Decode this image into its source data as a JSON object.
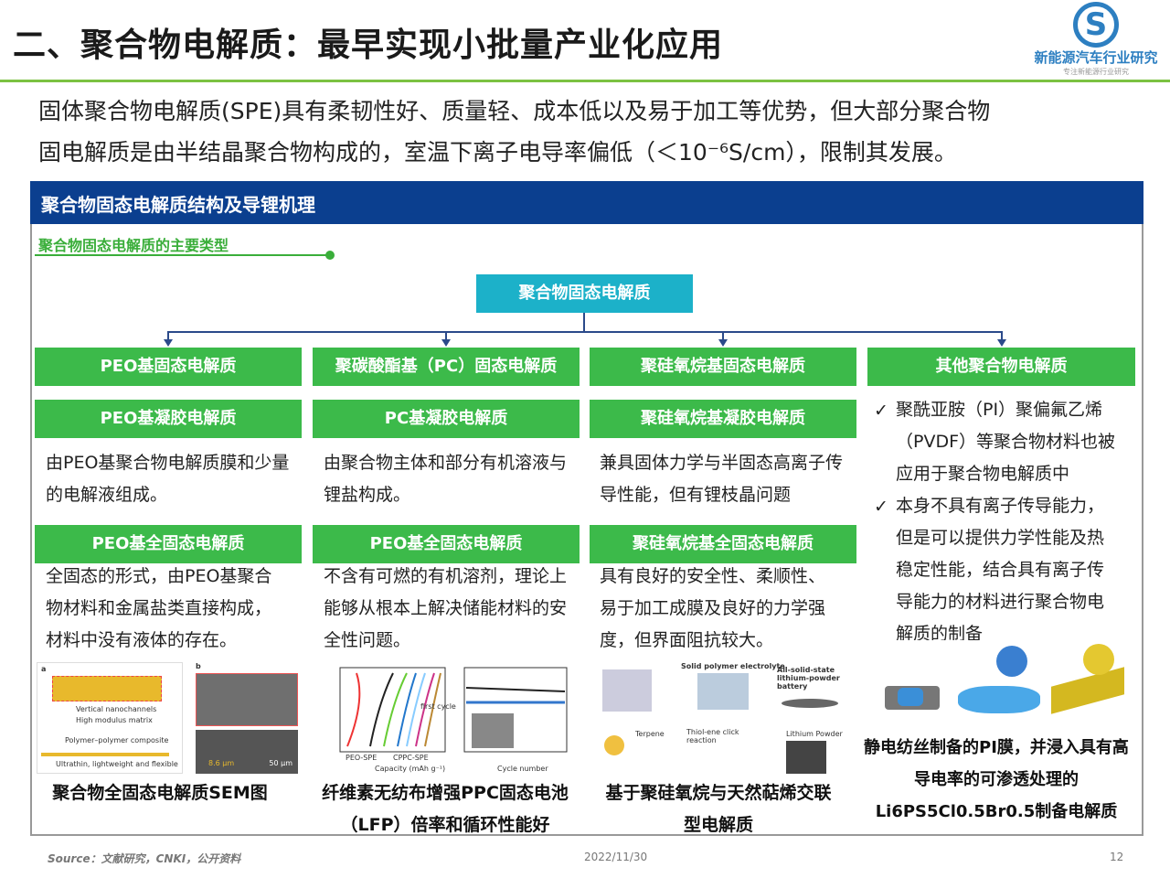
{
  "title": "二、聚合物电解质：最早实现小批量产业化应用",
  "logo": {
    "name": "新能源汽车行业研究",
    "slogan": "专注新能源行业研究"
  },
  "intro": [
    "固体聚合物电解质(SPE)具有柔韧性好、质量轻、成本低以及易于加工等优势，但大部分聚合物",
    "固电解质是由半结晶聚合物构成的，室温下离子电导率偏低（＜10⁻⁶S/cm），限制其发展。"
  ],
  "panel": {
    "header": "聚合物固态电解质结构及导锂机理",
    "subtitle": "聚合物固态电解质的主要类型",
    "root": "聚合物固态电解质"
  },
  "columns": [
    {
      "head": "PEO基固态电解质",
      "gel": "PEO基凝胶电解质",
      "gel_desc": "由PEO基聚合物电解质膜和少量的电解液组成。",
      "solid": "PEO基全固态电解质",
      "solid_desc": "全固态的形式，由PEO基聚合物材料和金属盐类直接构成，材料中没有液体的存在。"
    },
    {
      "head": "聚碳酸酯基（PC）固态电解质",
      "gel": "PC基凝胶电解质",
      "gel_desc": "由聚合物主体和部分有机溶液与锂盐构成。",
      "solid": "PEO基全固态电解质",
      "solid_desc": "不含有可燃的有机溶剂，理论上能够从根本上解决储能材料的安全性问题。"
    },
    {
      "head": "聚硅氧烷基固态电解质",
      "gel": "聚硅氧烷基凝胶电解质",
      "gel_desc": "兼具固体力学与半固态高离子传导性能，但有锂枝晶问题",
      "solid": "聚硅氧烷基全固态电解质",
      "solid_desc": "具有良好的安全性、柔顺性、易于加工成膜及良好的力学强度，但界面阻抗较大。"
    },
    {
      "head": "其他聚合物电解质",
      "bullets": [
        "聚酰亚胺（PI）聚偏氟乙烯（PVDF）等聚合物材料也被应用于聚合物电解质中",
        "本身不具有离子传导能力，但是可以提供力学性能及热稳定性能，结合具有离子传导能力的材料进行聚合物电解质的制备"
      ]
    }
  ],
  "figures": [
    {
      "caption": "聚合物全固态电解质SEM图",
      "labels": [
        "a",
        "b",
        "Vertical nanochannels",
        "High modulus matrix",
        "Polymer–polymer composite",
        "Ultrathin, lightweight and flexible",
        "8.6 μm",
        "50 μm"
      ]
    },
    {
      "caption": "纤维素无纺布增强PPC固态电池（LFP）倍率和循环性能好",
      "labels": [
        "PEO-SPE",
        "CPPC-SPE",
        "Capacity (mAh g⁻¹)",
        "Cycle number",
        "first cycle"
      ]
    },
    {
      "caption": "基于聚硅氧烷与天然萜烯交联型电解质",
      "labels": [
        "Solid polymer electrolyte",
        "All-solid-state lithium-powder battery",
        "Terpene",
        "Thiol-ene click reaction",
        "Lithium Powder"
      ]
    },
    {
      "caption": "静电纺丝制备的PI膜，并浸入具有高导电率的可渗透处理的Li6PS5Cl0.5Br0.5制备电解质",
      "labels": []
    }
  ],
  "footer": {
    "source": "Source：文献研究，CNKI，公开资料",
    "date": "2022/11/30",
    "page": "12"
  },
  "colors": {
    "title_bar": "#0b3f8f",
    "green": "#3cba4a",
    "teal": "#1cb1c9",
    "accent_line": "#7cc242"
  }
}
